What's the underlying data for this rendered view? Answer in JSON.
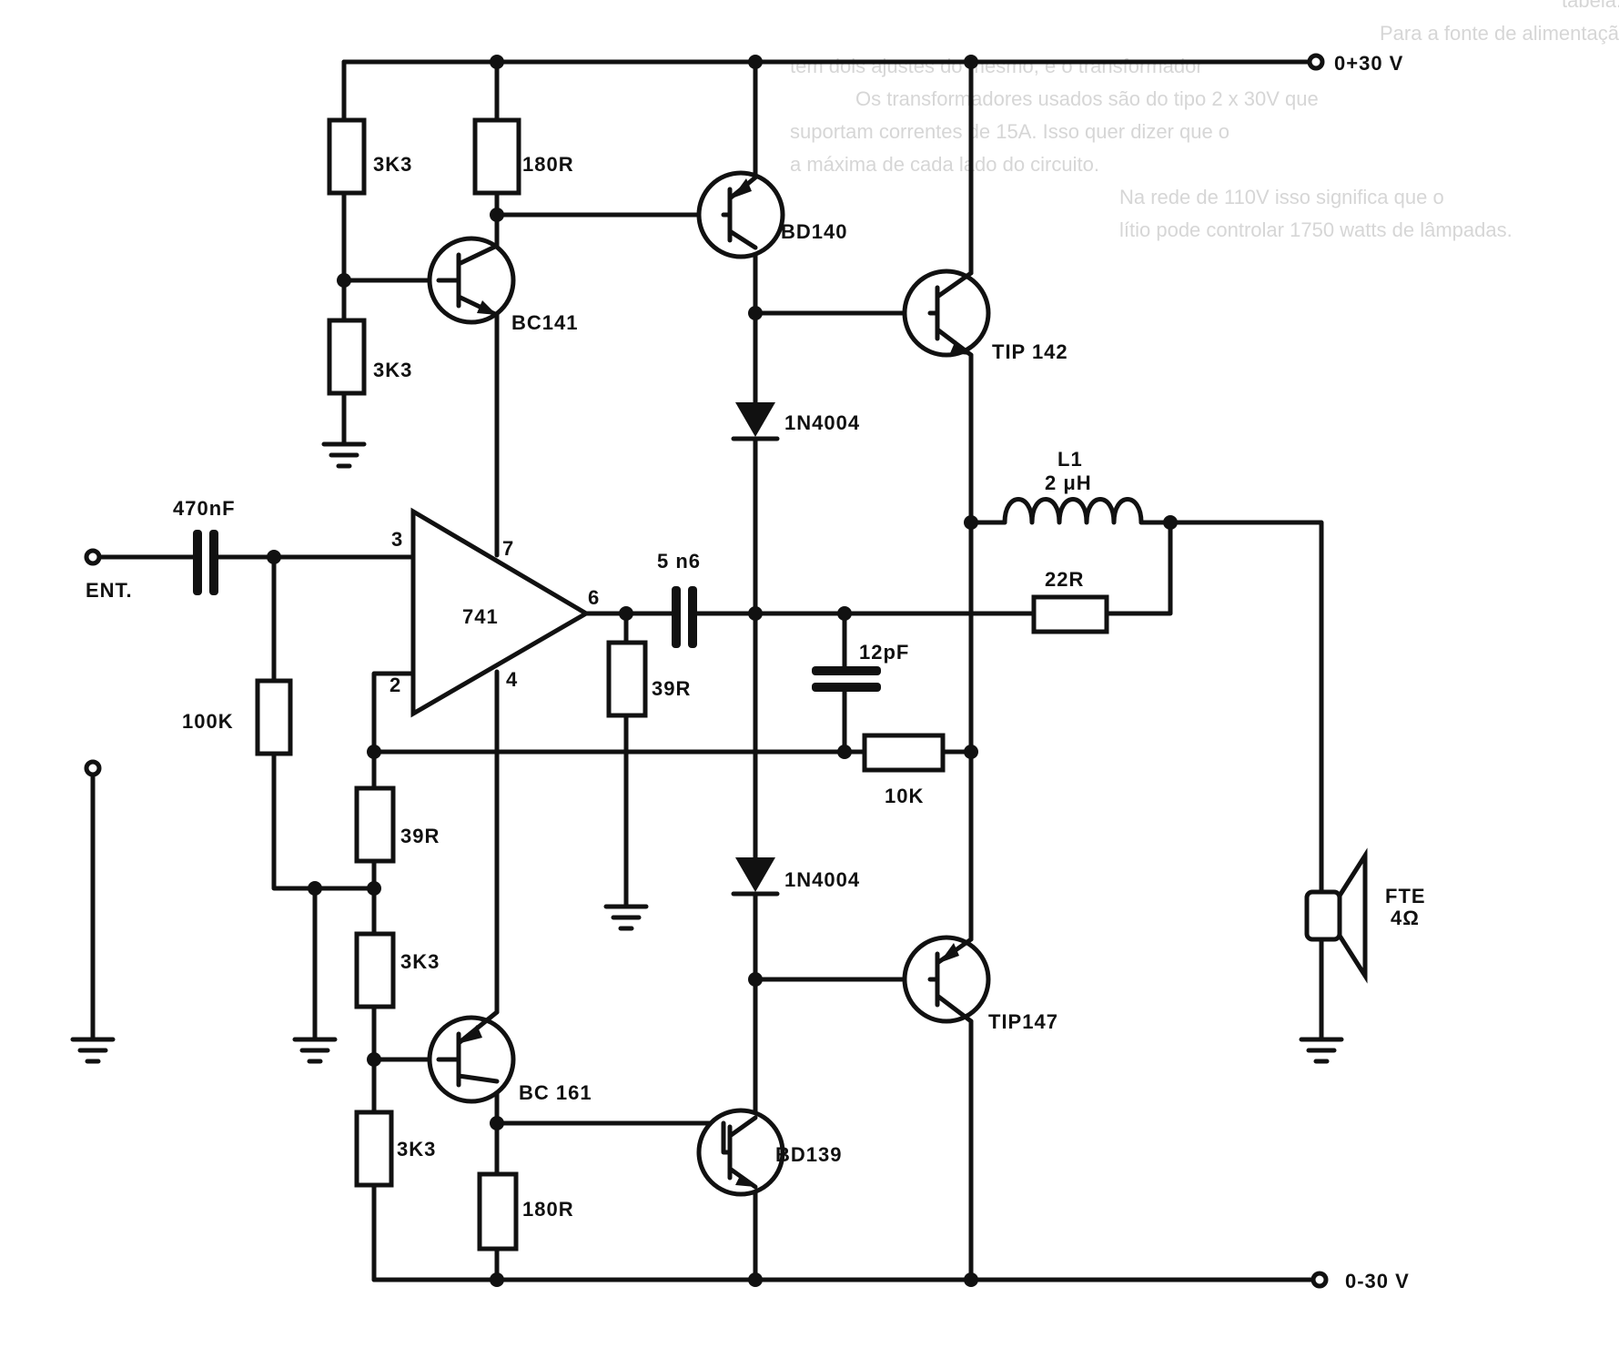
{
  "diagram": {
    "type": "electronic-schematic",
    "supply": {
      "positive": "0+30 V",
      "negative": "0-30 V"
    },
    "input": {
      "label": "ENT."
    },
    "output": {
      "speaker_label": "FTE",
      "speaker_impedance": "4Ω"
    },
    "opamp": {
      "label": "741",
      "pins": {
        "in_plus": "3",
        "in_minus": "2",
        "vcc": "7",
        "vee": "4",
        "out": "6"
      }
    },
    "components": {
      "c_in": "470nF",
      "c_coupling": "5 n6",
      "c_feedback": "12pF",
      "r_bias_top": "3K3",
      "r_bias_mid": "3K3",
      "r_top_collector": "180R",
      "r_in_bias": "100K",
      "r_opamp_minus": "39R",
      "r_out_load": "39R",
      "r_lower_a": "3K3",
      "r_lower_b": "3K3",
      "r_bottom_collector": "180R",
      "r_feedback": "10K",
      "r_zobel": "22R",
      "inductor_name": "L1",
      "inductor_value": "2 μH",
      "diode_top": "1N4004",
      "diode_bottom": "1N4004",
      "q_top_driver": "BC141",
      "q_top_pre": "BD140",
      "q_top_power": "TIP 142",
      "q_bottom_driver": "BC 161",
      "q_bottom_pre": "BD139",
      "q_bottom_power": "TIP147"
    },
    "background_text": [
      "tabela.",
      "Para a fonte de alimentação também exis-",
      "tem dois ajustes do mesmo, e o transformador",
      "Os transformadores usados são do tipo 2 x 30V que",
      "suportam correntes de 15A. Isso quer dizer que o",
      "a máxima de cada lado do circuito.",
      "Na rede de 110V isso significa que o",
      "lítio pode controlar 1750 watts de lâmpadas."
    ]
  }
}
